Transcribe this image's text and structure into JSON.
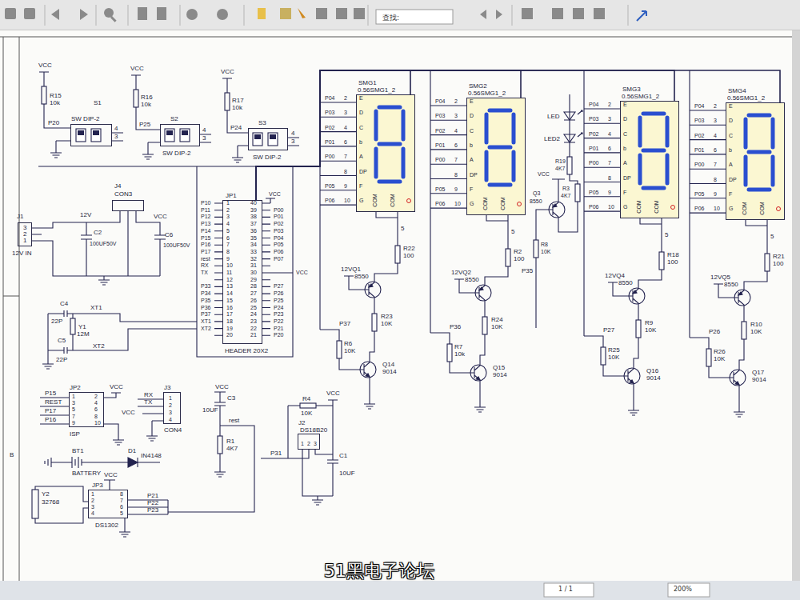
{
  "diagram": {
    "nodes": [
      {
        "text": [
          "S1",
          "SW DIP-2"
        ]
      },
      {
        "text": [
          "S2",
          "SW DIP-2"
        ]
      },
      {
        "text": [
          "S3",
          "SW DIP-2"
        ]
      },
      {
        "text": [
          "SMG1",
          "0.56SMG1_2"
        ]
      },
      {
        "text": [
          "SMG2",
          "0.56SMG1_2"
        ]
      },
      {
        "text": [
          "SMG3",
          "0.56SMG1_2"
        ]
      },
      {
        "text": [
          "SMG4",
          "0.56SMG1_2"
        ]
      },
      {
        "text": [
          "J4",
          "CON3"
        ]
      },
      {
        "text": [
          "J1",
          "12V IN"
        ]
      },
      {
        "text": [
          "JP1",
          "HEADER 20X2"
        ]
      },
      {
        "text": [
          "JP2",
          "ISP"
        ]
      },
      {
        "text": [
          "J3",
          "CON4"
        ]
      },
      {
        "text": [
          "J2",
          "DS18B20"
        ]
      },
      {
        "text": [
          "JP3",
          "DS1302"
        ]
      }
    ],
    "edges": [
      {
        "from": 9,
        "to": 3,
        "arrow": "none"
      },
      {
        "from": 9,
        "to": 4,
        "arrow": "none"
      },
      {
        "from": 9,
        "to": 5,
        "arrow": "none"
      },
      {
        "from": 9,
        "to": 6,
        "arrow": "none"
      }
    ],
    "labels": [
      "查找:",
      "1 / 1",
      "200%",
      "51黑电子论坛",
      "B",
      "VCC",
      "R15",
      "10k",
      "P20",
      "4",
      "3",
      "VCC",
      "R16",
      "10k",
      "P25",
      "4",
      "3",
      "VCC",
      "R17",
      "10k",
      "P24",
      "4",
      "3",
      "3",
      "2",
      "1",
      "12V",
      "VCC",
      "C2",
      "100UF50V",
      "C6",
      "100UF50V",
      "P10",
      "P11",
      "P12",
      "P13",
      "P14",
      "P15",
      "P16",
      "P17",
      "rest",
      "RX",
      "TX",
      "P33",
      "P34",
      "P35",
      "P36",
      "P37",
      "XT1",
      "XT2",
      "VCC",
      "P00",
      "P01",
      "P02",
      "P03",
      "P04",
      "P05",
      "P06",
      "P07",
      "VCC",
      "P27",
      "P26",
      "P25",
      "P24",
      "P23",
      "P22",
      "P21",
      "P20",
      "1",
      "2",
      "3",
      "4",
      "5",
      "6",
      "7",
      "8",
      "9",
      "10",
      "11",
      "12",
      "13",
      "14",
      "15",
      "16",
      "17",
      "18",
      "19",
      "20",
      "40",
      "39",
      "38",
      "37",
      "36",
      "35",
      "34",
      "33",
      "32",
      "31",
      "30",
      "29",
      "28",
      "27",
      "26",
      "25",
      "24",
      "23",
      "22",
      "21",
      "C4",
      "22P",
      "XT1",
      "Y1",
      "12M",
      "C5",
      "22P",
      "XT2",
      "P04",
      "P03",
      "P02",
      "P01",
      "P00",
      "P05",
      "P06",
      "2",
      "3",
      "4",
      "6",
      "7",
      "8",
      "9",
      "10",
      "E",
      "D",
      "C",
      "b",
      "A",
      "DP",
      "F",
      "G",
      "COM",
      "COM",
      "5",
      "R22",
      "100",
      "12VQ1",
      "8550",
      "R23",
      "10K",
      "P37",
      "R6",
      "10K",
      "Q14",
      "9014",
      "P04",
      "P03",
      "P02",
      "P01",
      "P00",
      "P05",
      "P06",
      "2",
      "3",
      "4",
      "6",
      "7",
      "8",
      "9",
      "10",
      "E",
      "D",
      "C",
      "b",
      "A",
      "DP",
      "F",
      "G",
      "COM",
      "COM",
      "5",
      "R2",
      "100",
      "12VQ2",
      "8550",
      "R24",
      "10K",
      "P36",
      "R7",
      "10k",
      "Q15",
      "9014",
      "LED",
      "LED2",
      "R19",
      "4K7",
      "VCC",
      "R3",
      "4K7",
      "Q3",
      "8550",
      "R8",
      "10K",
      "P35",
      "P04",
      "P03",
      "P02",
      "P01",
      "P00",
      "P05",
      "P06",
      "2",
      "3",
      "4",
      "6",
      "7",
      "8",
      "9",
      "10",
      "E",
      "D",
      "C",
      "b",
      "A",
      "DP",
      "F",
      "G",
      "COM",
      "COM",
      "5",
      "R18",
      "100",
      "12VQ4",
      "8550",
      "R9",
      "10K",
      "P27",
      "R25",
      "10K",
      "Q16",
      "9014",
      "P04",
      "P03",
      "P02",
      "P01",
      "P00",
      "P05",
      "P06",
      "2",
      "3",
      "4",
      "6",
      "7",
      "8",
      "9",
      "10",
      "E",
      "D",
      "C",
      "b",
      "A",
      "DP",
      "F",
      "G",
      "COM",
      "COM",
      "5",
      "R21",
      "100",
      "12VQ5",
      "8550",
      "R10",
      "10K",
      "P26",
      "R26",
      "10K",
      "Q17",
      "9014",
      "P15",
      "REST",
      "P17",
      "P16",
      "VCC",
      "1",
      "3",
      "5",
      "7",
      "9",
      "2",
      "4",
      "6",
      "8",
      "10",
      "RX",
      "TX",
      "VCC",
      "1",
      "2",
      "3",
      "4",
      "VCC",
      "C3",
      "10UF",
      "rest",
      "R1",
      "4K7",
      "P31",
      "R4",
      "10K",
      "VCC",
      "1",
      "2",
      "3",
      "C1",
      "10UF",
      "BT1",
      "BATTERY",
      "D1",
      "IN4148",
      "Y2",
      "32768",
      "VCC",
      "1",
      "2",
      "3",
      "4",
      "8",
      "7",
      "6",
      "5",
      "P21",
      "P22",
      "P23"
    ]
  }
}
